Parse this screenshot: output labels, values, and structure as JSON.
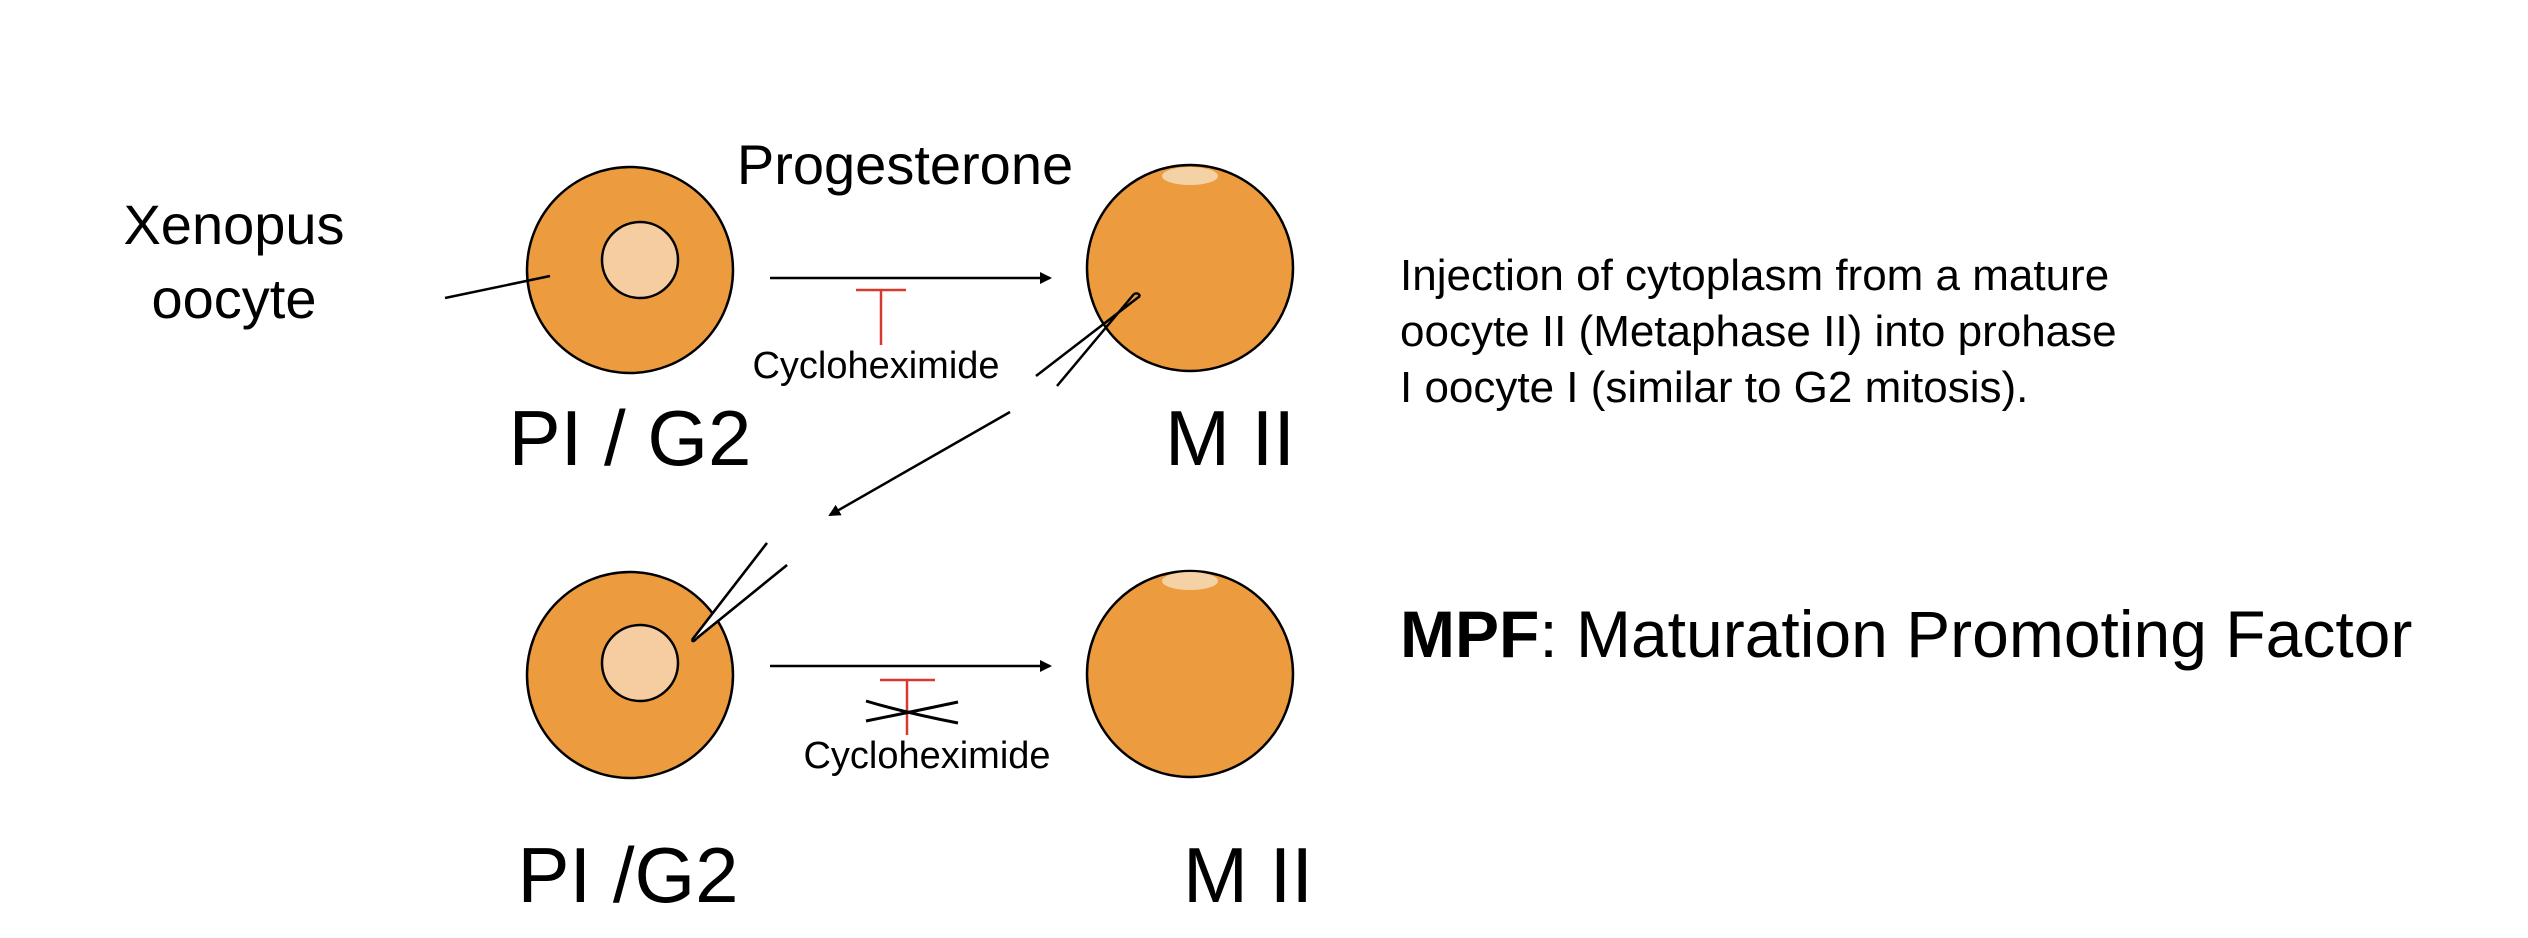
{
  "labels": {
    "xenopus_line1": "Xenopus",
    "xenopus_line2": "oocyte",
    "progesterone": "Progesterone",
    "cycloheximide_top": "Cycloheximide",
    "cycloheximide_bottom": "Cycloheximide",
    "stage_top_left": "PI / G2",
    "stage_top_right": "M II",
    "stage_bottom_left": "PI /G2",
    "stage_bottom_right": "M II"
  },
  "description": {
    "line1": "Injection of cytoplasm from a mature",
    "line2": "oocyte II (Metaphase II) into prohase",
    "line3": "I oocyte I (similar to G2 mitosis)."
  },
  "mpf": {
    "abbr": "MPF",
    "rest": ": Maturation Promoting Factor"
  },
  "colors": {
    "oocyte_fill": "#EC9C3F",
    "nucleus_fill": "#F5CDA0",
    "cap_fill": "#F4D2A6",
    "inhibitor_line": "#D63A2E",
    "stroke": "#000000"
  }
}
